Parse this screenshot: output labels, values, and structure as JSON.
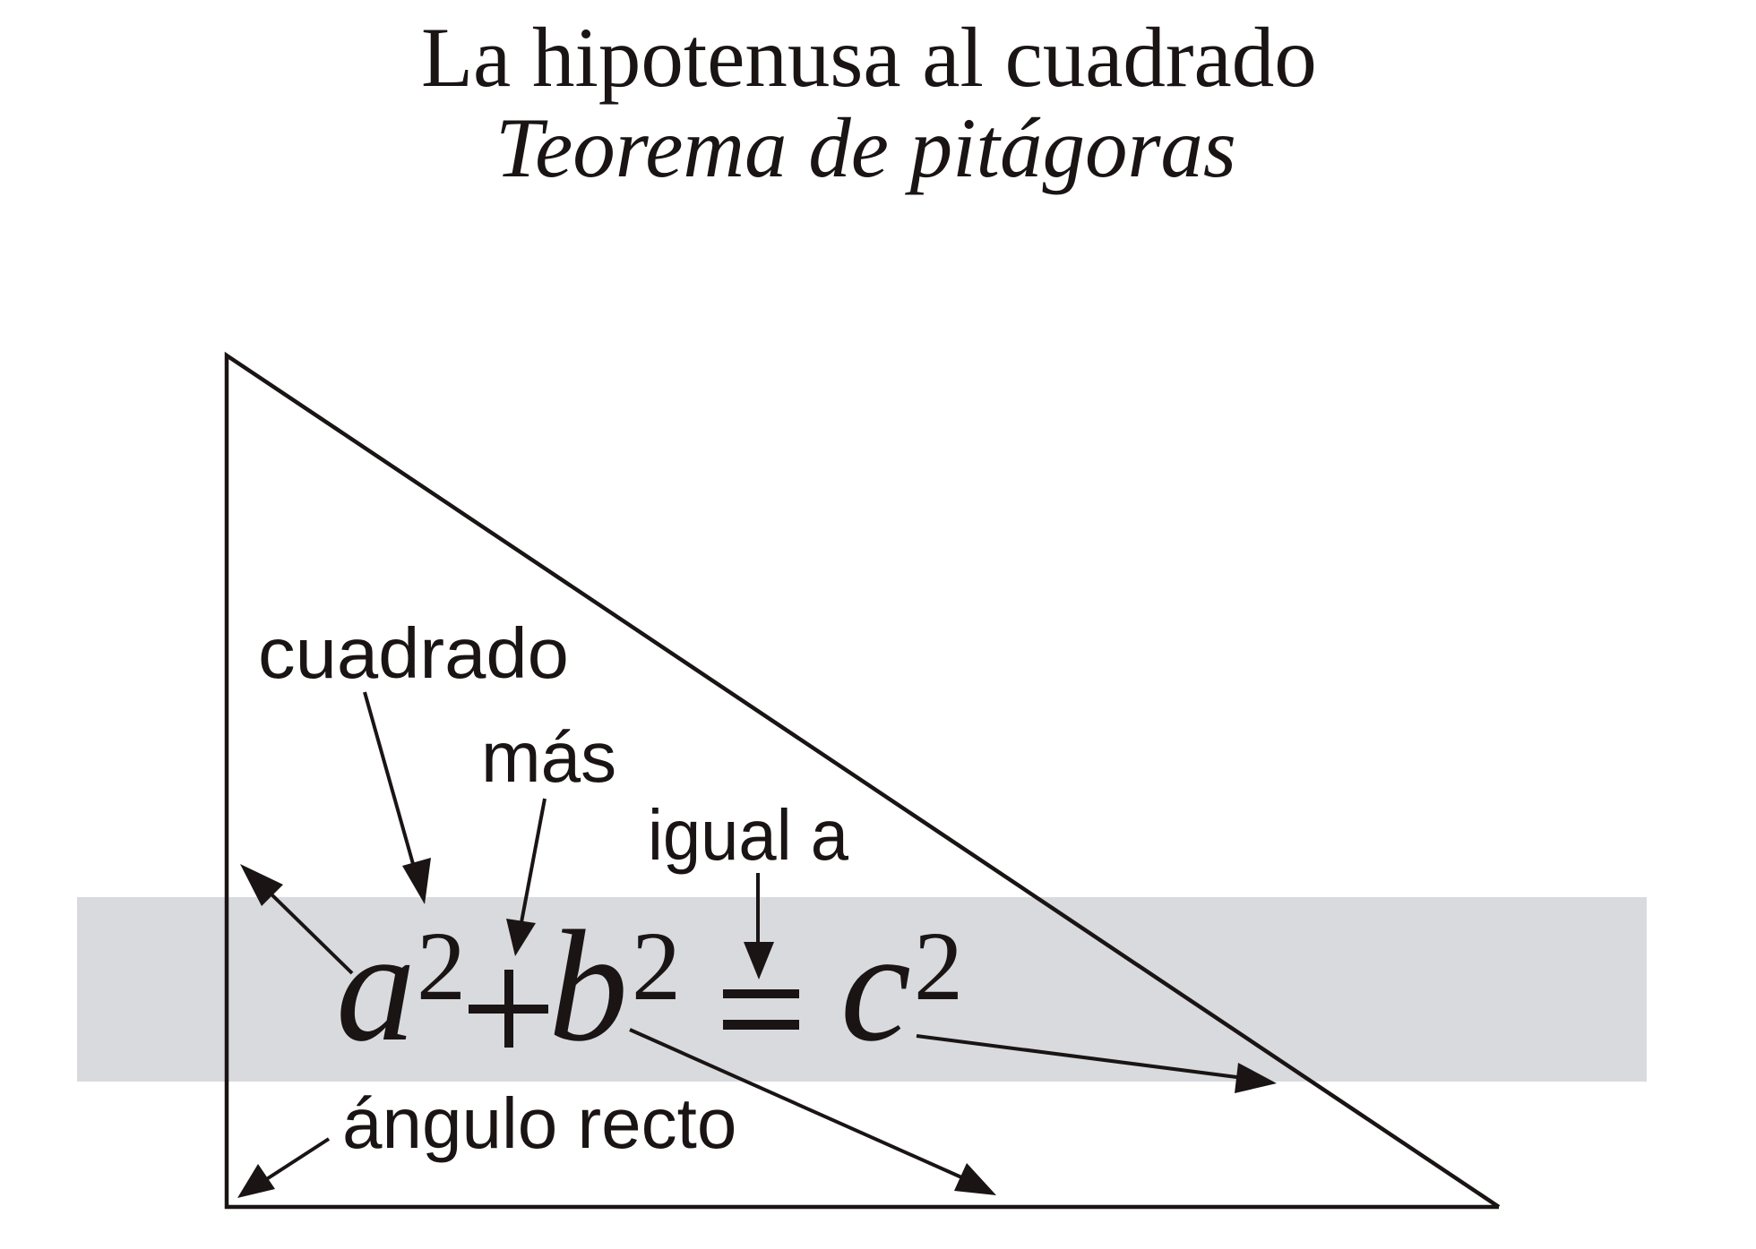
{
  "title": {
    "main": "La hipotenusa al cuadrado",
    "subtitle": "Teorema de pitágoras"
  },
  "labels": {
    "square": "cuadrado",
    "plus": "más",
    "equals": "igual a",
    "right_angle": "ángulo recto"
  },
  "formula": {
    "a": "a",
    "b": "b",
    "c": "c",
    "exponent": "2",
    "plus_symbol": "+",
    "equals_symbol": "="
  },
  "colors": {
    "band": "#d9dadd",
    "ink": "#1a1414",
    "background": "#ffffff"
  }
}
